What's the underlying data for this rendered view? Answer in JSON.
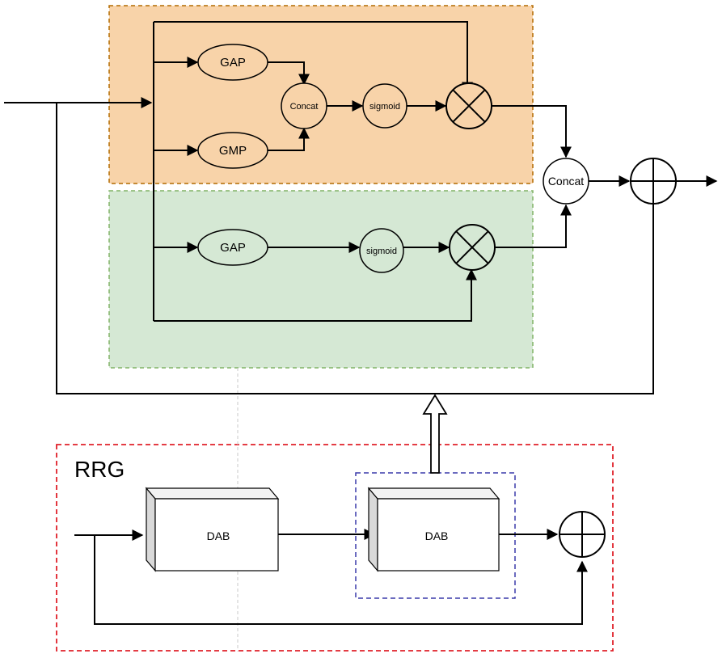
{
  "top_block": {
    "gap_label": "GAP",
    "gmp_label": "GMP",
    "concat_label": "Concat",
    "sigmoid_label": "sigmoid",
    "fill_color": "#f8d3a9",
    "border_color": "#b36b00"
  },
  "mid_block": {
    "gap_label": "GAP",
    "sigmoid_label": "sigmoid",
    "fill_color": "#d5e8d4",
    "border_color": "#82b366"
  },
  "fusion": {
    "concat_label": "Concat"
  },
  "rrg": {
    "title": "RRG",
    "dab1_label": "DAB",
    "dab2_label": "DAB",
    "border_color": "#e0202a",
    "highlight_border_color": "#3a3aaa"
  }
}
